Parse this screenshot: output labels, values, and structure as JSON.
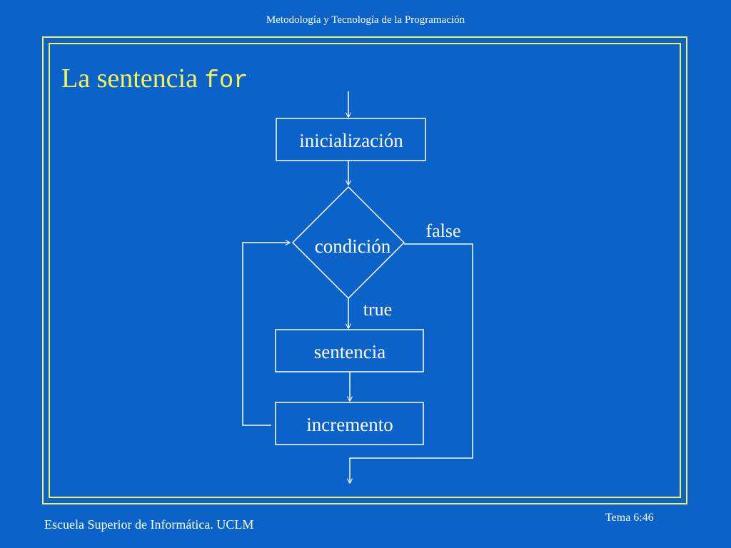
{
  "slide": {
    "header": "Metodología y Tecnología de la Programación",
    "title_text": "La sentencia",
    "title_code": "for",
    "footer_left": "Escuela Superior de Informática. UCLM",
    "footer_right": "Tema 6:46"
  },
  "flowchart": {
    "nodes": {
      "init": "inicialización",
      "condition": "condición",
      "body": "sentencia",
      "increment": "incremento"
    },
    "edges": {
      "false_label": "false",
      "true_label": "true"
    }
  },
  "colors": {
    "background": "#0b63c9",
    "accent": "#f2f25a",
    "foreground": "#ffffff"
  }
}
